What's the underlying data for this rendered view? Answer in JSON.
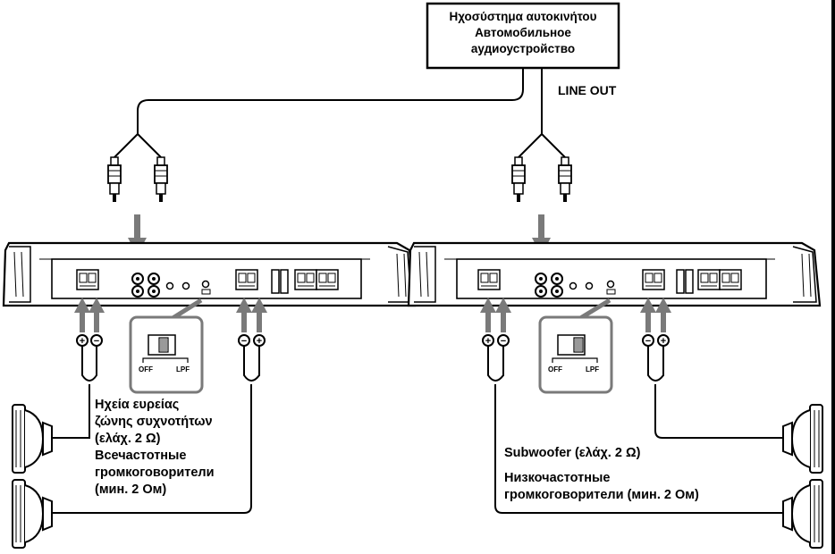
{
  "head_unit": {
    "line1": "Ηχοσύστημα αυτοκινήτου",
    "line2": "Автомобильное",
    "line3": "аудиоустройство"
  },
  "line_out_label": "LINE OUT",
  "left_speakers": {
    "greek_line1": "Ηχεία ευρείας",
    "greek_line2": "ζώνης συχνοτήτων",
    "greek_line3": "(ελάχ. 2 Ω)",
    "russian_line1": "Всечастотные",
    "russian_line2": "громкоговорители",
    "russian_line3": "(мин. 2 Ом)"
  },
  "subwoofer": {
    "greek": "Subwoofer (ελάχ. 2 Ω)",
    "russian_line1": "Низкочастотные",
    "russian_line2": "громкоговорители (мин. 2 Ом)"
  },
  "switch_labels": {
    "off": "OFF",
    "lpf": "LPF"
  },
  "terminal_signs": {
    "plus": "+",
    "minus": "−"
  }
}
